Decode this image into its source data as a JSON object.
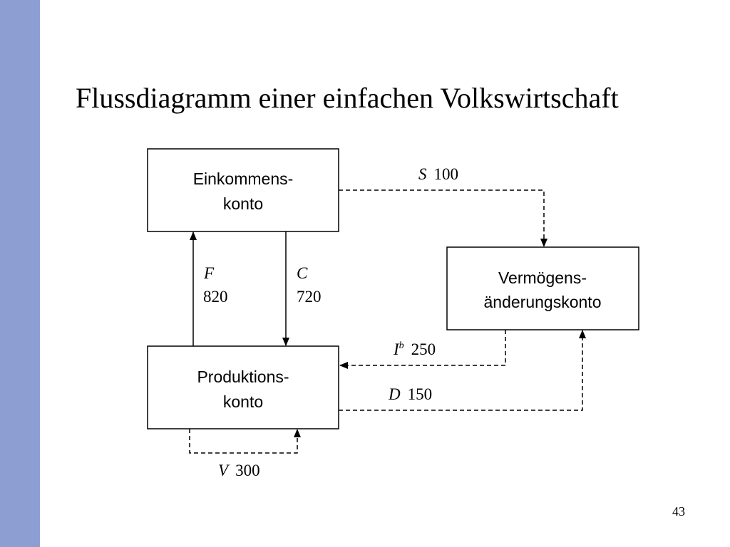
{
  "slide": {
    "title": "Flussdiagramm einer einfachen Volkswirtschaft",
    "page_number": "43",
    "accent_color": "#8d9fd2"
  },
  "diagram": {
    "nodes": {
      "einkommen": {
        "line1": "Einkommens-",
        "line2": "konto"
      },
      "produktion": {
        "line1": "Produktions-",
        "line2": "konto"
      },
      "vermoegen": {
        "line1": "Vermögens-",
        "line2": "änderungskonto"
      }
    },
    "flows": {
      "S": {
        "symbol": "S",
        "value": "100"
      },
      "F": {
        "symbol": "F",
        "value": "820"
      },
      "C": {
        "symbol": "C",
        "value": "720"
      },
      "Ib": {
        "symbol": "I",
        "superscript": "b",
        "value": "250"
      },
      "D": {
        "symbol": "D",
        "value": "150"
      },
      "V": {
        "symbol": "V",
        "value": "300"
      }
    }
  }
}
